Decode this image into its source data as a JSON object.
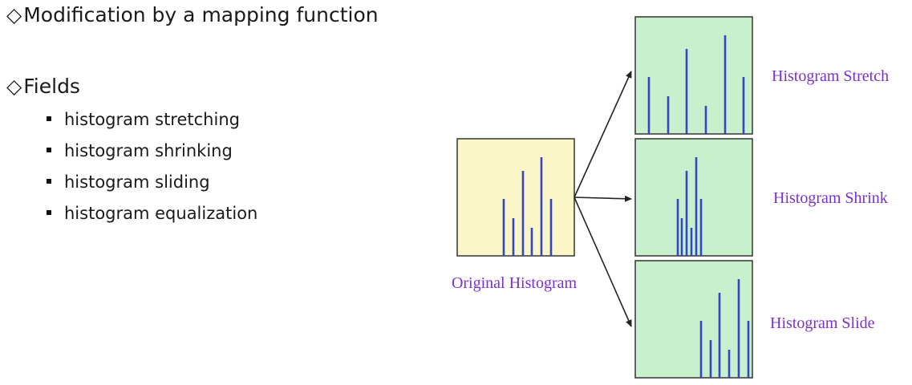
{
  "headings": {
    "main": "Modification by a mapping function",
    "fields": "Fields"
  },
  "bullets": [
    "histogram stretching",
    "histogram shrinking",
    "histogram sliding",
    "histogram equalization"
  ],
  "diagram": {
    "original_label": "Original Histogram",
    "stretch_label": "Histogram Stretch",
    "shrink_label": "Histogram Shrink",
    "slide_label": "Histogram Slide",
    "colors": {
      "original_fill": "#fbf6c7",
      "result_fill": "#c9f0cd",
      "bar": "#3547c0",
      "label": "#7a2fd0"
    }
  }
}
